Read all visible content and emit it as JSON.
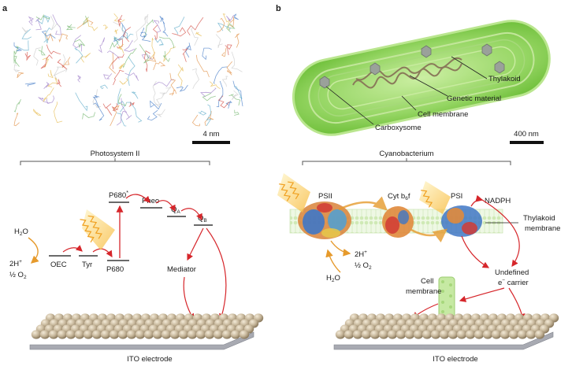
{
  "panel_a": {
    "letter": "a",
    "scale_bar": "4 nm",
    "caption": "Photosystem II",
    "water": {
      "main": "H",
      "sub": "2",
      "tail": "O"
    },
    "products": {
      "line1_main": "2H",
      "line1_sup": "+",
      "line2_main": "½ O",
      "line2_sub": "2"
    },
    "levels": {
      "oec": "OEC",
      "tyr": "Tyr",
      "p680": "P680",
      "p680_star_main": "P680",
      "p680_star_sup": "*",
      "pheo": "Pheo",
      "qa_main": "Q",
      "qa_sub": "A",
      "qb_main": "Q",
      "qb_sub": "B"
    },
    "mediator": "Mediator",
    "electrode": "ITO electrode"
  },
  "panel_b": {
    "letter": "b",
    "labels": {
      "thylakoid": "Thylakoid",
      "genetic_material": "Genetic material",
      "cell_membrane": "Cell membrane",
      "carboxysome": "Carboxysome"
    },
    "scale_bar": "400 nm",
    "caption": "Cyanobacterium",
    "psii": "PSII",
    "cyt": {
      "main": "Cyt b",
      "sub1": "6",
      "tail": "f"
    },
    "psi": "PSI",
    "nadph": "NADPH",
    "thylakoid_membrane": [
      "Thylakoid",
      "membrane"
    ],
    "products": {
      "line1_main": "2H",
      "line1_sup": "+",
      "line2_main": "½ O",
      "line2_sub": "2"
    },
    "water": {
      "main": "H",
      "sub": "2",
      "tail": "O"
    },
    "carrier": {
      "line1": "Undefined",
      "line2_main": "e",
      "line2_sup": "−",
      "line2_tail": " carrier"
    },
    "cell_membrane_label": [
      "Cell",
      "membrane"
    ],
    "electrode": "ITO electrode"
  },
  "colors": {
    "arrow_red": "#d6262b",
    "arrow_orange": "#e69a2c",
    "cell_green": "#8fd35a",
    "electrode_bead": "#c7b79b",
    "electrode_base": "#a8aab2"
  }
}
